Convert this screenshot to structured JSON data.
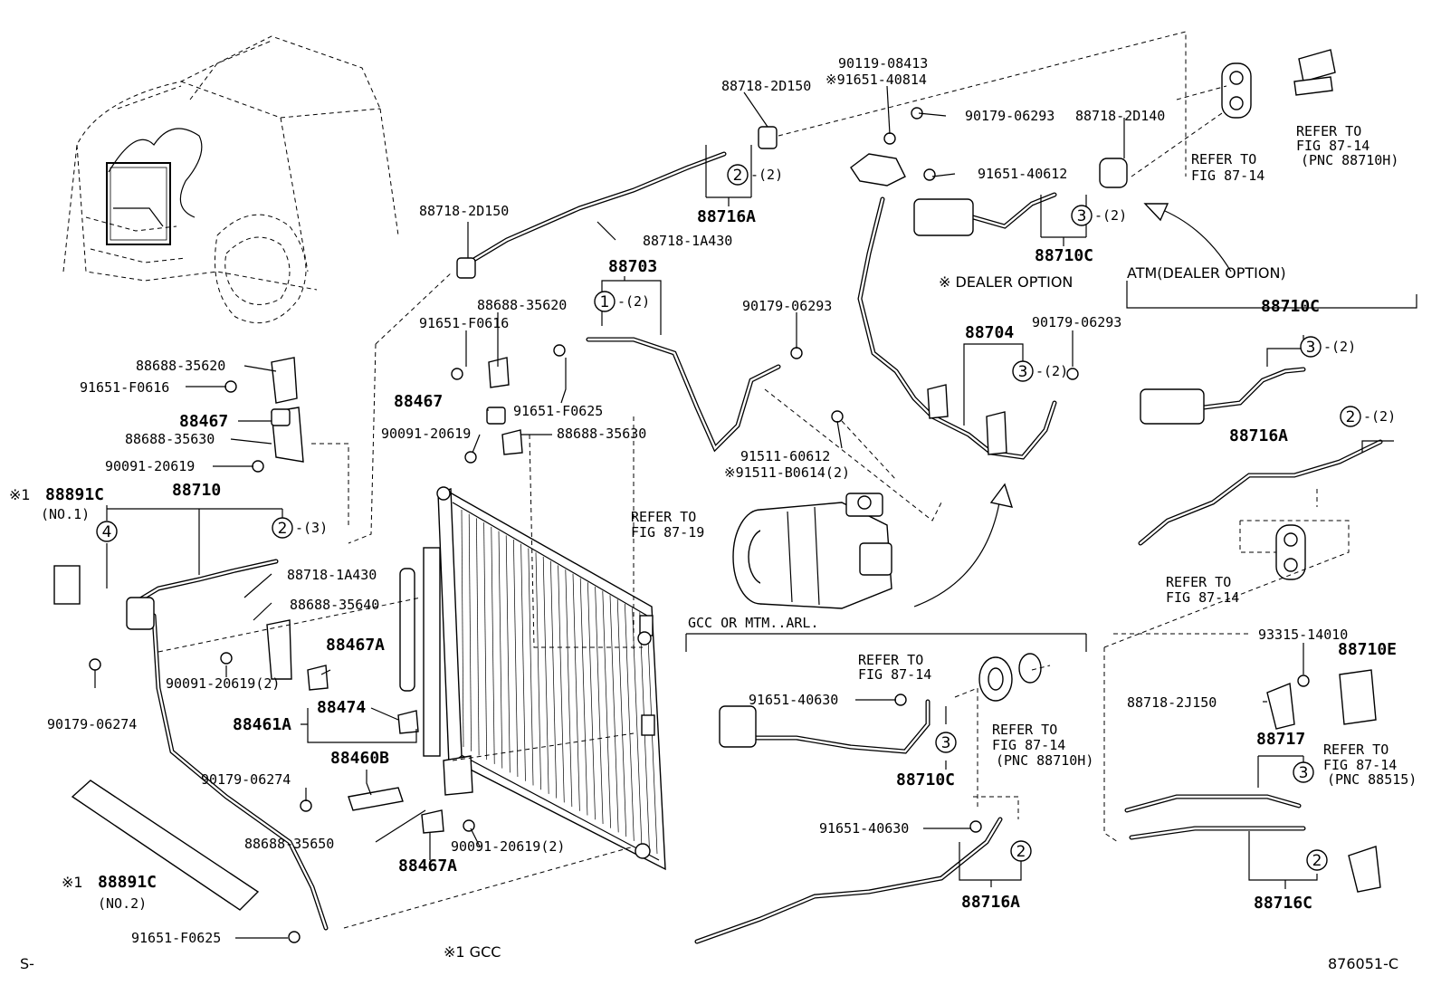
{
  "labels": {
    "l01": "90119-08413",
    "l02": "※91651-40814",
    "l03": "88718-2D150",
    "l04": "90179-06293",
    "l05": "88718-2D140",
    "l06": "91651-40612",
    "l07": "88716A",
    "l08": "88718-2D150",
    "l09": "88718-1A430",
    "l10": "88710C",
    "l11": "88703",
    "l12": "88688-35620",
    "l13": "91651-F0616",
    "l14": "90179-06293",
    "l15": "88704",
    "l16": "90179-06293",
    "l17": "88688-35620",
    "l18": "91651-F0616",
    "l19": "88467",
    "l20": "88467",
    "l21": "91651-F0625",
    "l22": "88688-35630",
    "l23": "90091-20619",
    "l24": "88688-35630",
    "l25": "90091-20619",
    "l26": "91511-60612",
    "l27": "※91511-B0614(2)",
    "l28": "88891C",
    "l29": "(NO.1)",
    "l30": "88710",
    "l31": "88718-1A430",
    "l32": "88688-35640",
    "l33": "88467A",
    "l34": "90091-20619(2)",
    "l35": "88474",
    "l36": "88461A",
    "l37": "90179-06274",
    "l38": "88460B",
    "l39": "90179-06274",
    "l40": "88688-35650",
    "l41": "88467A",
    "l42": "90091-20619(2)",
    "l43": "88891C",
    "l44": "(NO.2)",
    "l45": "91651-F0625",
    "l46": "91651-40630",
    "l47": "88710C",
    "l48": "91651-40630",
    "l49": "88716A",
    "l50": "93315-14010",
    "l51": "88710E",
    "l52": "88718-2J150",
    "l53": "88717",
    "l54": "88716C",
    "l55": "88710C",
    "l56": "88716A"
  },
  "notes": {
    "dealer_option": "※ DEALER OPTION",
    "atm_dealer_option": "ATM(DEALER OPTION)",
    "gcc_mtm": "GCC OR MTM..ARL.",
    "gcc_footnote": "※1 GCC",
    "x1a": "※1",
    "x1b": "※1",
    "corner_left": "S-",
    "figure_code": "876051-C"
  },
  "refers": {
    "r1": {
      "l1": "REFER TO",
      "l2": "FIG 87-14",
      "l3": ""
    },
    "r2": {
      "l1": "REFER TO",
      "l2": "FIG 87-14",
      "l3": "(PNC 88710H)"
    },
    "r3": {
      "l1": "REFER TO",
      "l2": "FIG 87-19",
      "l3": ""
    },
    "r4": {
      "l1": "REFER TO",
      "l2": "FIG 87-14",
      "l3": ""
    },
    "r5": {
      "l1": "REFER TO",
      "l2": "FIG 87-14",
      "l3": ""
    },
    "r6": {
      "l1": "REFER TO",
      "l2": "FIG 87-14",
      "l3": "(PNC 88710H)"
    },
    "r7": {
      "l1": "REFER TO",
      "l2": "FIG 87-14",
      "l3": "(PNC 88515)"
    }
  },
  "callouts": {
    "c01": "2",
    "c01q": "-(2)",
    "c02": "3",
    "c02q": "-(2)",
    "c03": "1",
    "c03q": "-(2)",
    "c04": "3",
    "c04q": "-(2)",
    "c05": "4",
    "c06": "2",
    "c06q": "-(3)",
    "c07": "3",
    "c07q": "-(2)",
    "c08": "2",
    "c08q": "-(2)",
    "c09": "3",
    "c10": "2",
    "c11": "3",
    "c12": "2"
  }
}
